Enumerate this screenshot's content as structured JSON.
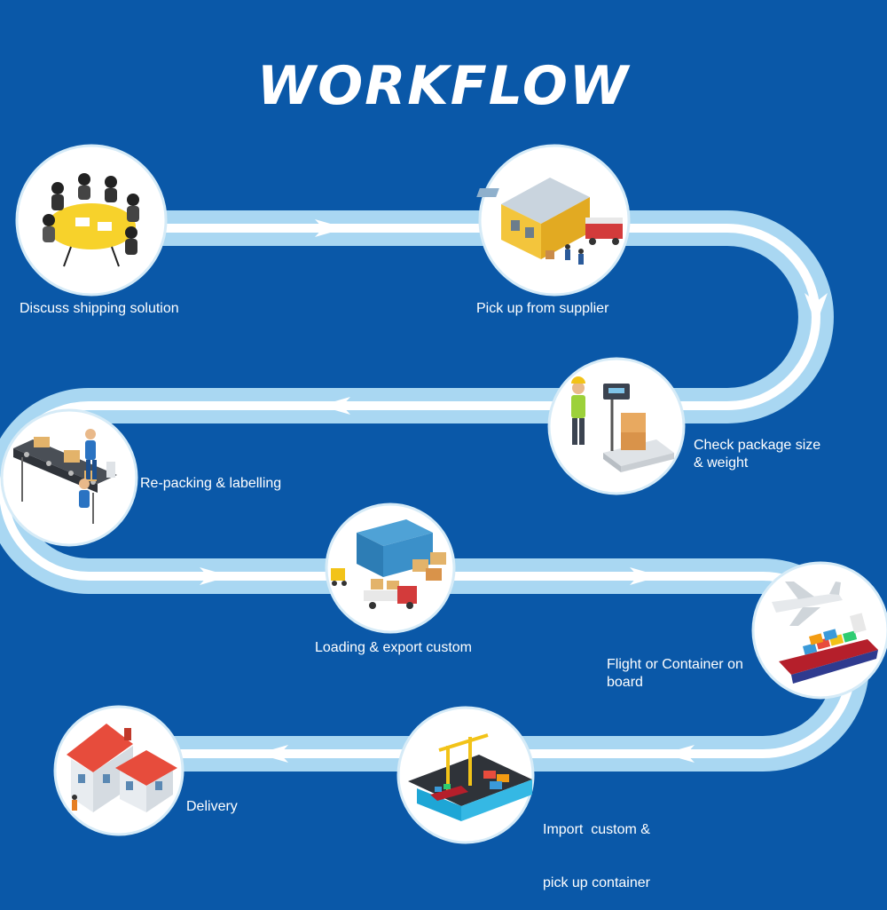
{
  "title": "WORKFLOW",
  "colors": {
    "background": "#0a58a8",
    "path_outer": "#a9d7f2",
    "path_inner": "#ffffff",
    "circle": "#ffffff"
  },
  "steps": [
    {
      "id": "discuss",
      "label": "Discuss shipping solution",
      "icon": "meeting-table-icon"
    },
    {
      "id": "pickup",
      "label": "Pick up from supplier",
      "icon": "warehouse-truck-icon"
    },
    {
      "id": "check",
      "label_lines": [
        "Check package size",
        "& weight"
      ],
      "icon": "scale-worker-icon"
    },
    {
      "id": "repack",
      "label": "Re-packing & labelling",
      "icon": "conveyor-belt-icon"
    },
    {
      "id": "loading",
      "label": "Loading & export custom",
      "icon": "container-truck-icon"
    },
    {
      "id": "flight",
      "label_lines": [
        "Flight or Container on",
        "board"
      ],
      "icon": "plane-ship-icon"
    },
    {
      "id": "import",
      "label_lines": [
        "Import  custom &",
        "pick up container"
      ],
      "icon": "port-crane-icon"
    },
    {
      "id": "delivery",
      "label": "Delivery",
      "icon": "house-icon"
    }
  ]
}
